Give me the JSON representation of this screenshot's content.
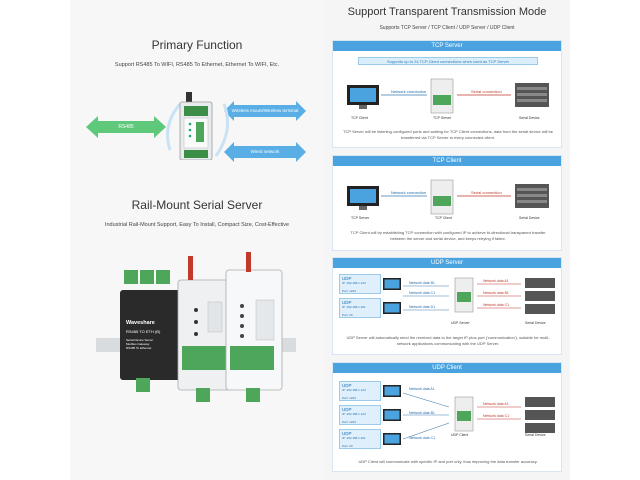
{
  "left": {
    "primary_title": "Primary Function",
    "primary_sub": "Support RS485 To WIFI, RS485 To Ethernet, Ethernet To WIFI, Etc.",
    "arrow_rs485": "RS485",
    "arrow_wireless": "Wireless mount/Wireless terminal",
    "arrow_wired": "Wired network",
    "rail_title": "Rail-Mount Serial Server",
    "rail_sub": "Industrial Rail-Mount Support, Easy To Install, Compact Size, Cost-Effective",
    "device_brand": "Waveshare",
    "device_model": "RS485 TO ETH (B)",
    "device_desc": "Serial Device Server\nModbus Gateway\nRS485 To Ethernet"
  },
  "right": {
    "title": "Support Transparent Transmission Mode",
    "subtitle": "Supports TCP Server / TCP Client / UDP Server / UDP Client",
    "tcp_server": {
      "head": "TCP Server",
      "note": "Supports up to 24 TCP Client connections when used as TCP Server",
      "network_conn": "Network connection",
      "serial_conn": "Serial connection",
      "pc": "TCP Client",
      "dev": "TCP Server",
      "serial": "Serial Device",
      "caption": "TCP Server will be listening configured ports and waiting for TCP Client connections, data from the serial device will be transferred via TCP Server to every connected client."
    },
    "tcp_client": {
      "head": "TCP Client",
      "network_conn": "Network connection",
      "serial_conn": "Serial connection",
      "pc": "TCP Server",
      "dev": "TCP Client",
      "serial": "Serial Device",
      "caption": "TCP Client will try establishing TCP connection with configured IP to achieve bi-directional transparent transfer between the server and serial device, and keeps retrying if failed."
    },
    "udp_server": {
      "head": "UDP Server",
      "box_title": "UDP",
      "box_ip1": "IP: 192.168.1.123",
      "box_port1": "Port: 1234",
      "box_ip2": "IP: 192.168.1.201",
      "box_port2": "Port: 20",
      "link1": "Network data B1",
      "link2": "Network data C1",
      "link3": "Network data D1",
      "rlink1": "Network data A1",
      "rlink2": "Network data B1",
      "rlink3": "Network data C1",
      "dev": "UDP Server",
      "serial": "Serial Device",
      "caption": "UDP Server will automatically send the received data to the target IP-plus-port ('communication'), suitable for multi-network applications communicating with the UDP Server."
    },
    "udp_client": {
      "head": "UDP Client",
      "box_title": "UDP",
      "box_ip1": "IP: 192.168.1.123",
      "box_port1": "Port: 1234",
      "box_ip2": "IP: 192.168.1.201",
      "box_port2": "Port: 20",
      "link1": "Network data A1",
      "link2": "Network data B1",
      "link3": "Network data C1",
      "rlink1": "Network data A1",
      "rlink2": "Network data C1",
      "dev": "UDP Client",
      "serial": "Serial Device",
      "caption": "UDP Client will communicate with specific IP and port only, thus improving the data transfer accuracy."
    }
  },
  "colors": {
    "accent_blue": "#4aa3df",
    "green": "#5ec97a",
    "device_green": "#4ea65a"
  }
}
